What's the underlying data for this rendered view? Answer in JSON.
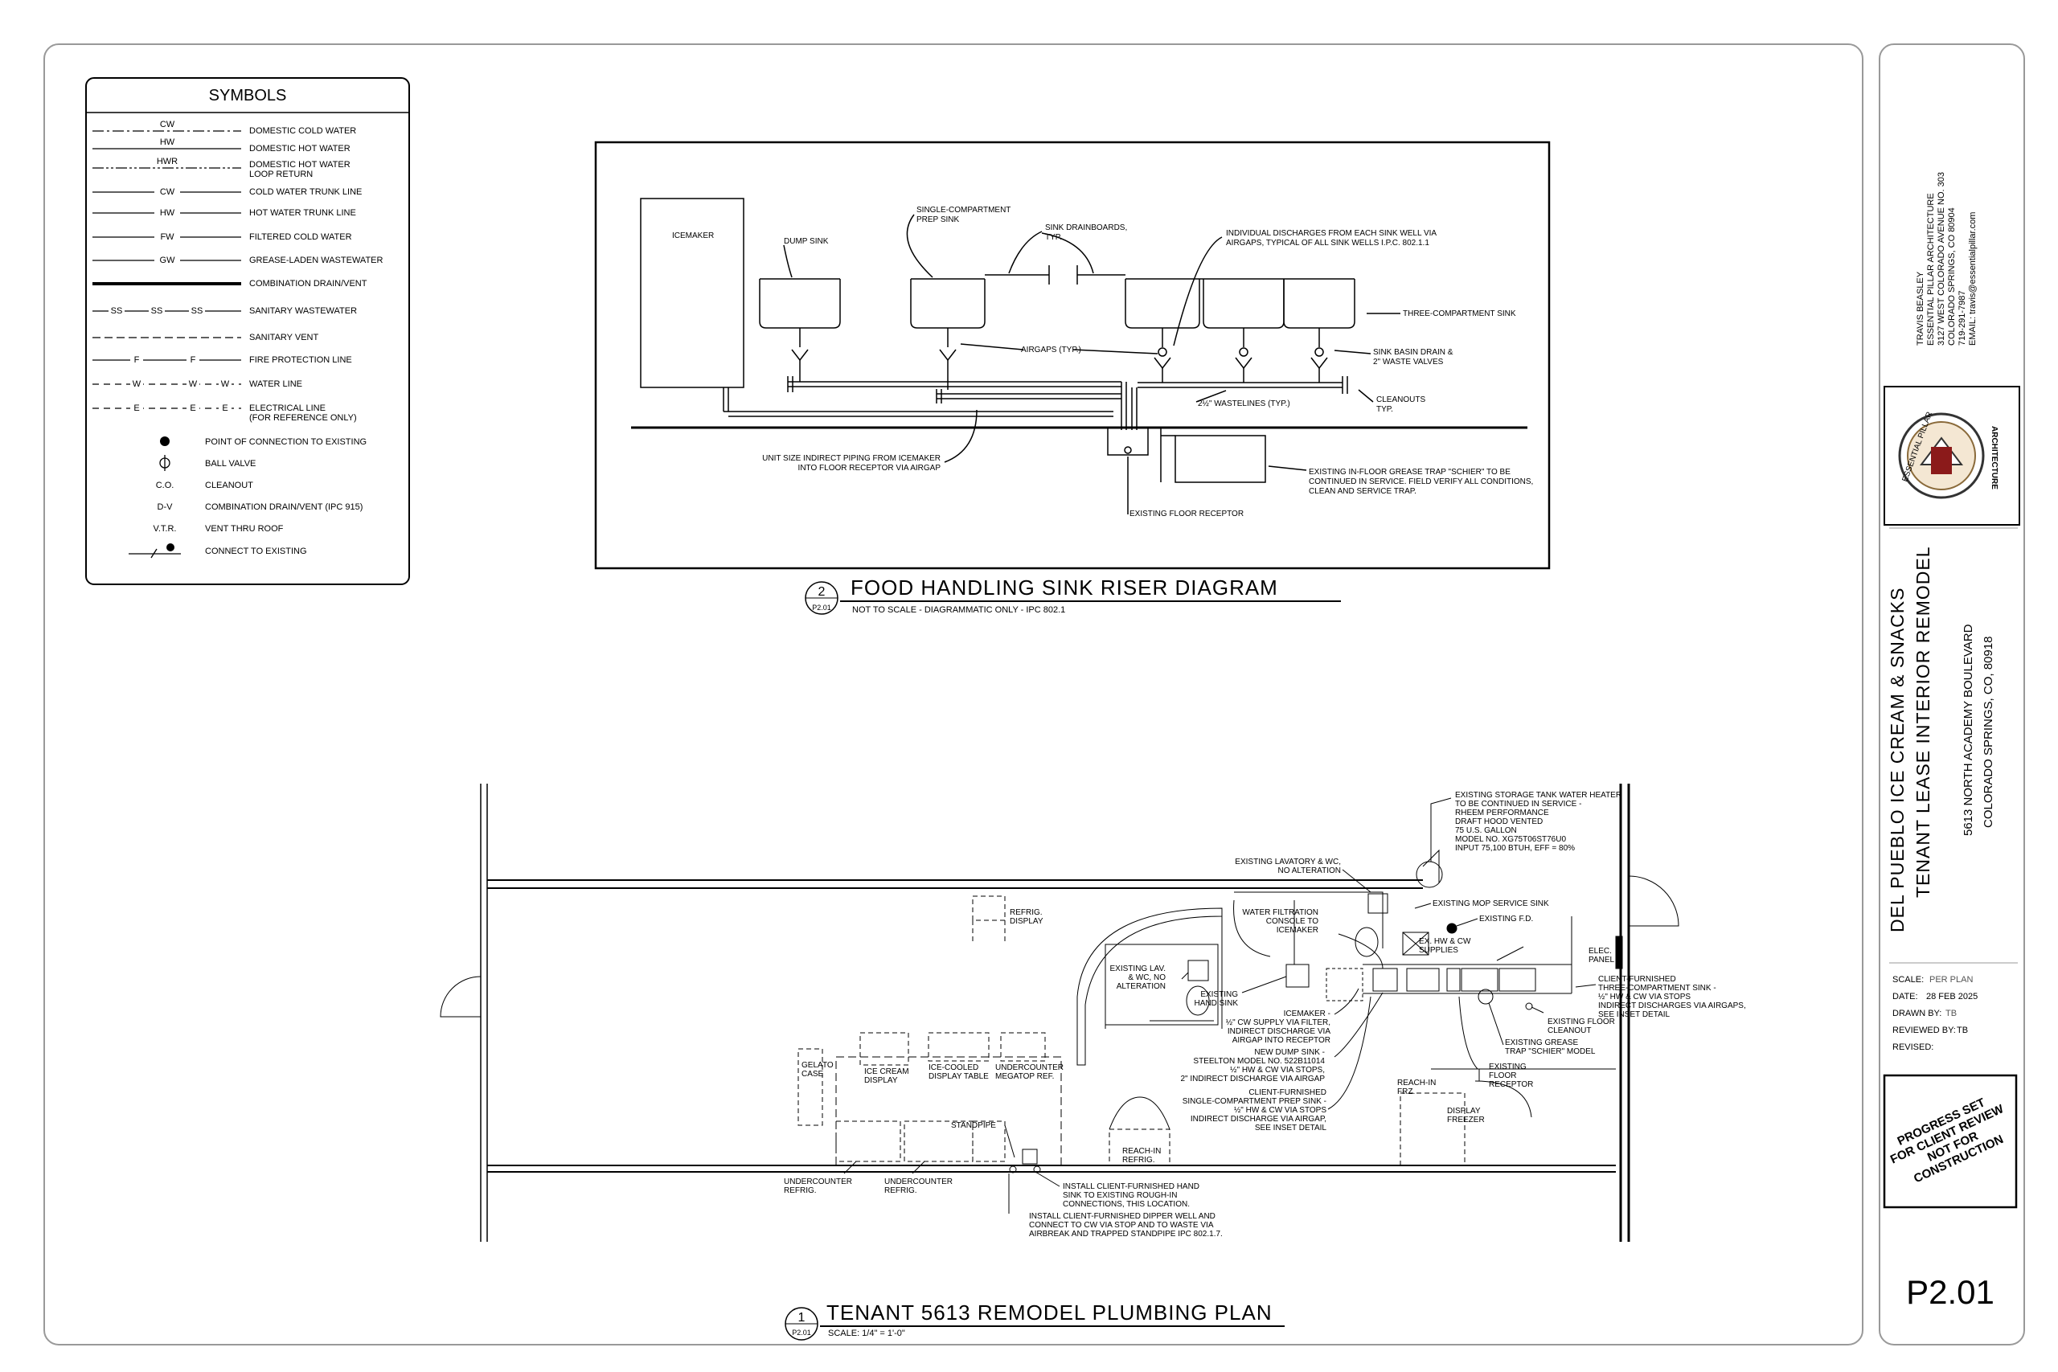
{
  "symbols": {
    "title": "SYMBOLS",
    "items": [
      {
        "tag": "CW",
        "label": "DOMESTIC COLD WATER"
      },
      {
        "tag": "HW",
        "label": "DOMESTIC HOT WATER"
      },
      {
        "tag": "HWR",
        "label": "DOMESTIC HOT WATER LOOP RETURN"
      },
      {
        "tag": "CW",
        "label": "COLD WATER TRUNK LINE"
      },
      {
        "tag": "HW",
        "label": "HOT WATER TRUNK LINE"
      },
      {
        "tag": "FW",
        "label": "FILTERED COLD WATER"
      },
      {
        "tag": "GW",
        "label": "GREASE-LADEN WASTEWATER"
      },
      {
        "tag": "",
        "label": "COMBINATION DRAIN/VENT"
      },
      {
        "tag": "SS",
        "label": "SANITARY WASTEWATER"
      },
      {
        "tag": "",
        "label": "SANITARY VENT"
      },
      {
        "tag": "F",
        "label": "FIRE PROTECTION LINE"
      },
      {
        "tag": "W",
        "label": "WATER LINE"
      },
      {
        "tag": "E",
        "label": "ELECTRICAL LINE (FOR REFERENCE ONLY)"
      }
    ],
    "legend": [
      {
        "tag": "",
        "label": "POINT OF CONNECTION TO EXISTING"
      },
      {
        "tag": "",
        "label": "BALL VALVE"
      },
      {
        "tag": "C.O.",
        "label": "CLEANOUT"
      },
      {
        "tag": "D-V",
        "label": "COMBINATION DRAIN/VENT (IPC 915)"
      },
      {
        "tag": "V.T.R.",
        "label": "VENT THRU ROOF"
      },
      {
        "tag": "",
        "label": "CONNECT TO EXISTING"
      }
    ]
  },
  "riser": {
    "title": "FOOD HANDLING SINK RISER DIAGRAM",
    "number": "2",
    "sheet_ref": "P2.01",
    "note": "NOT TO SCALE - DIAGRAMMATIC ONLY - IPC 802.1",
    "labels": {
      "icemaker": "ICEMAKER",
      "dump_sink": "DUMP SINK",
      "prep_sink_1": "SINGLE-COMPARTMENT",
      "prep_sink_2": "PREP SINK",
      "drainboards_1": "SINK DRAINBOARDS,",
      "drainboards_2": "TYP.",
      "discharge_1": "INDIVIDUAL DISCHARGES FROM EACH SINK WELL VIA",
      "discharge_2": "AIRGAPS, TYPICAL OF ALL SINK WELLS I.P.C. 802.1.1",
      "three_comp": "THREE-COMPARTMENT SINK",
      "airgaps": "AIRGAPS (TYP.)",
      "basin_drain_1": "SINK BASIN DRAIN &",
      "basin_drain_2": "2\" WASTE VALVES",
      "wastelines": "2½\" WASTELINES (TYP.)",
      "cleanouts_1": "CLEANOUTS",
      "cleanouts_2": "TYP.",
      "unit_size_1": "UNIT SIZE INDIRECT PIPING FROM ICEMAKER",
      "unit_size_2": "INTO FLOOR RECEPTOR VIA AIRGAP",
      "grease_1": "EXISTING IN-FLOOR GREASE TRAP \"SCHIER\" TO BE",
      "grease_2": "CONTINUED IN SERVICE. FIELD VERIFY ALL CONDITIONS,",
      "grease_3": "CLEAN AND SERVICE TRAP.",
      "floor_receptor": "EXISTING FLOOR RECEPTOR"
    }
  },
  "plan": {
    "title": "TENANT 5613 REMODEL PLUMBING PLAN",
    "number": "1",
    "sheet_ref": "P2.01",
    "scale": "SCALE: 1/4\" = 1'-0\"",
    "labels": {
      "water_heater": [
        "EXISTING STORAGE TANK WATER HEATER",
        "TO BE CONTINUED IN SERVICE -",
        "RHEEM PERFORMANCE",
        "DRAFT HOOD VENTED",
        "75 U.S. GALLON",
        "MODEL NO. XG75T06ST76U0",
        "INPUT 75,100 BTUH, EFF = 80%"
      ],
      "lav_wc": [
        "EXISTING LAVATORY & WC,",
        "NO ALTERATION"
      ],
      "mop_sink": "EXISTING MOP SERVICE SINK",
      "fd": "EXISTING F.D.",
      "hw_cw": [
        "EX. HW & CW",
        "SUPPLIES"
      ],
      "elec_panel": [
        "ELEC.",
        "PANEL"
      ],
      "three_comp": [
        "CLIENT-FURNISHED",
        "THREE-COMPARTMENT SINK -",
        "½\" HW & CW VIA STOPS",
        "INDIRECT DISCHARGES VIA AIRGAPS,",
        "SEE INSET DETAIL"
      ],
      "floor_cleanout": [
        "EXISTING FLOOR",
        "CLEANOUT"
      ],
      "grease_trap": [
        "EXISTING GREASE",
        "TRAP \"SCHIER\" MODEL"
      ],
      "floor_receptor": [
        "EXISTING",
        "FLOOR",
        "RECEPTOR"
      ],
      "water_filtration": [
        "WATER FILTRATION",
        "CONSOLE TO",
        "ICEMAKER"
      ],
      "lav_wc_2": [
        "EXISTING LAV.",
        "& WC, NO",
        "ALTERATION"
      ],
      "hand_sink": [
        "EXISTING",
        "HAND SINK"
      ],
      "icemaker": [
        "ICEMAKER -",
        "½\" CW SUPPLY VIA FILTER,",
        "INDIRECT DISCHARGE VIA",
        "AIRGAP INTO RECEPTOR"
      ],
      "dump_sink": [
        "NEW DUMP SINK -",
        "STEELTON MODEL NO. 522B11014",
        "½\" HW & CW VIA STOPS,",
        "2\" INDIRECT DISCHARGE VIA AIRGAP"
      ],
      "prep_sink": [
        "CLIENT-FURNISHED",
        "SINGLE-COMPARTMENT PREP SINK -",
        "½\" HW & CW VIA STOPS",
        "INDIRECT DISCHARGE VIA AIRGAP,",
        "SEE INSET DETAIL"
      ],
      "reach_in_frz": [
        "REACH-IN",
        "FRZ."
      ],
      "display_freezer": [
        "DISPLAY",
        "FREEZER"
      ],
      "refrig_display": [
        "REFRIG.",
        "DISPLAY"
      ],
      "gelato": [
        "GELATO",
        "CASE"
      ],
      "ice_cream": [
        "ICE CREAM",
        "DISPLAY"
      ],
      "ice_cooled": [
        "ICE-COOLED",
        "DISPLAY TABLE"
      ],
      "megatop": [
        "UNDERCOUNTER",
        "MEGATOP REF."
      ],
      "standpipe": "STANDPIPE",
      "reach_in_refrig": [
        "REACH-IN",
        "REFRIG."
      ],
      "undercounter_1": [
        "UNDERCOUNTER",
        "REFRIG."
      ],
      "undercounter_2": [
        "UNDERCOUNTER",
        "REFRIG."
      ],
      "hand_sink_new": [
        "INSTALL CLIENT-FURNISHED HAND",
        "SINK TO EXISTING ROUGH-IN",
        "CONNECTIONS, THIS LOCATION."
      ],
      "dipper_well": [
        "INSTALL CLIENT-FURNISHED DIPPER WELL AND",
        "CONNECT TO CW VIA STOP AND TO WASTE VIA",
        "AIRBREAK AND TRAPPED STANDPIPE IPC 802.1.7."
      ]
    }
  },
  "titleblock": {
    "architect": [
      "TRAVIS BEASLEY",
      "ESSENTIAL PILLAR ARCHITECTURE",
      "3127 WEST COLORADO AVENUE NO. 303",
      "COLORADO SPRINGS, CO 80904",
      "719-291-7987",
      "EMAIL: travis@essentialpillar.com"
    ],
    "logo_text_1": "ESSENTIAL PILLAR",
    "logo_text_2": "ARCHITECTURE",
    "project_1": "DEL PUEBLO ICE CREAM & SNACKS",
    "project_2": "TENANT LEASE INTERIOR REMODEL",
    "address_1": "5613 NORTH ACADEMY BOULEVARD",
    "address_2": "COLORADO SPRINGS, CO, 80918",
    "scale_label": "SCALE:",
    "scale_value": "PER PLAN",
    "date_label": "DATE:",
    "date_value": "28 FEB 2025",
    "drawn_label": "DRAWN BY:",
    "drawn_value": "TB",
    "reviewed_label": "REVIEWED BY:",
    "reviewed_value": "TB",
    "revised_label": "REVISED:",
    "stamp": [
      "PROGRESS SET",
      "FOR CLIENT REVIEW",
      "NOT FOR",
      "CONSTRUCTION"
    ],
    "sheet_number": "P2.01"
  }
}
